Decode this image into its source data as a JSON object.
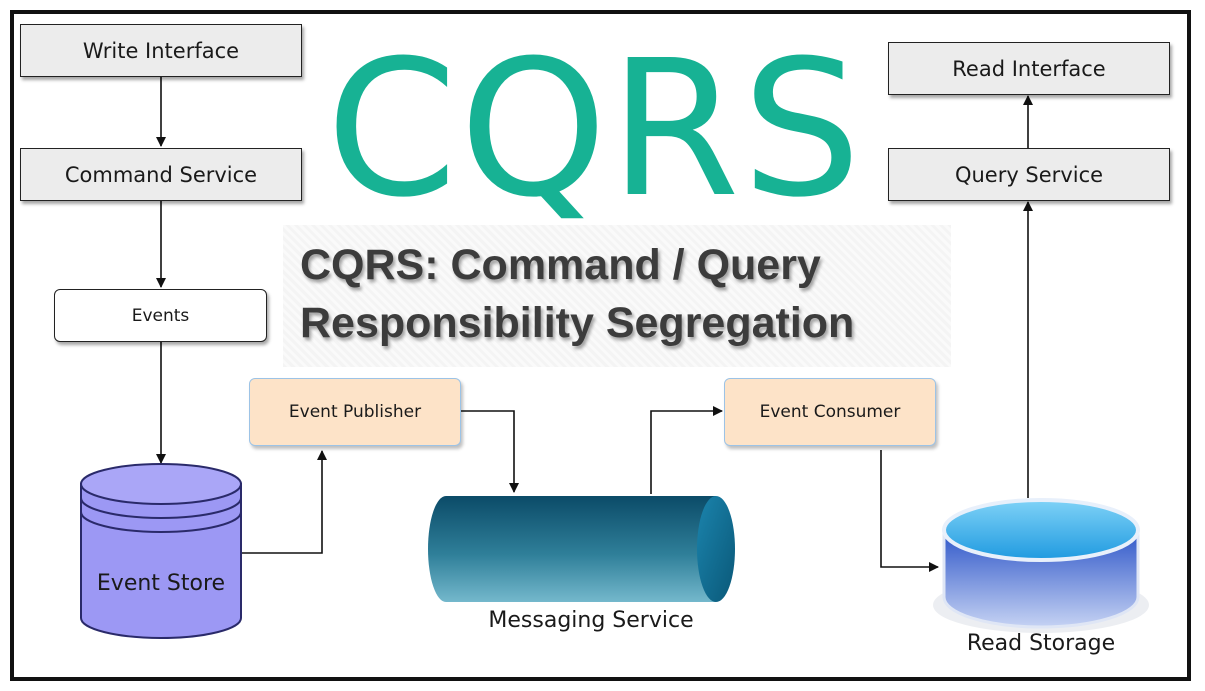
{
  "title": "CQRS",
  "subtitle": {
    "line1": "CQRS: Command / Query",
    "line2": "Responsibility Segregation"
  },
  "nodes": {
    "write_interface": "Write Interface",
    "command_service": "Command Service",
    "events": "Events",
    "event_store": "Event Store",
    "event_publisher": "Event Publisher",
    "messaging_service": "Messaging Service",
    "event_consumer": "Event Consumer",
    "read_storage": "Read Storage",
    "query_service": "Query Service",
    "read_interface": "Read Interface"
  },
  "colors": {
    "title": "#17b294",
    "event_store_fill": "#9c98f4",
    "peach_fill": "#fde3c8",
    "messaging_dark": "#0d5a78",
    "read_storage_top": "#45b6ef",
    "read_storage_bottom": "#1a3fb0"
  }
}
